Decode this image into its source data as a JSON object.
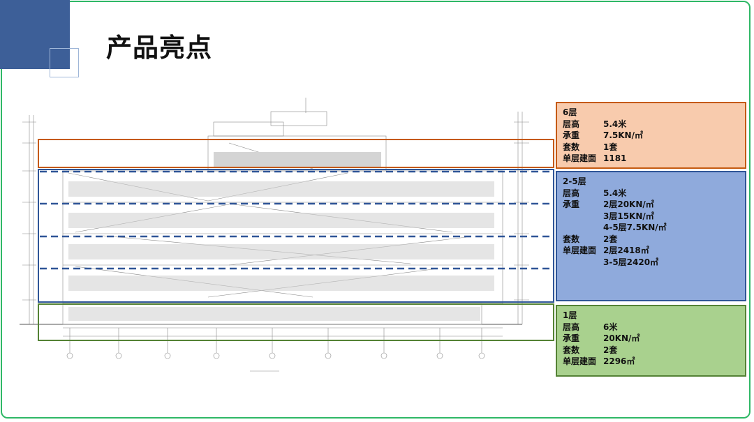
{
  "page": {
    "title": "产品亮点"
  },
  "colors": {
    "frame": "#2fb866",
    "corner": "#3d5f98",
    "floor6_fill": "#f8cbad",
    "floor6_border": "#c55a11",
    "floor25_fill": "#8faadc",
    "floor25_border": "#2f5597",
    "floor1_fill": "#a9d18e",
    "floor1_border": "#548235"
  },
  "floors": {
    "f6": {
      "title": "6层",
      "rows": [
        {
          "key": "层高",
          "values": [
            "5.4米"
          ]
        },
        {
          "key": "承重",
          "values": [
            "7.5KN/㎡"
          ]
        },
        {
          "key": "套数",
          "values": [
            "1套"
          ]
        },
        {
          "key": "单层建面",
          "values": [
            "1181"
          ]
        }
      ]
    },
    "f25": {
      "title": "2-5层",
      "rows": [
        {
          "key": "层高",
          "values": [
            "5.4米"
          ]
        },
        {
          "key": "承重",
          "values": [
            "2层20KN/㎡",
            "3层15KN/㎡",
            "4-5层7.5KN/㎡"
          ]
        },
        {
          "key": "套数",
          "values": [
            "2套"
          ]
        },
        {
          "key": "单层建面",
          "values": [
            "2层2418㎡",
            "3-5层2420㎡"
          ]
        }
      ]
    },
    "f1": {
      "title": "1层",
      "rows": [
        {
          "key": "层高",
          "values": [
            "6米"
          ]
        },
        {
          "key": "承重",
          "values": [
            "20KN/㎡"
          ]
        },
        {
          "key": "套数",
          "values": [
            "2套"
          ]
        },
        {
          "key": "单层建面",
          "values": [
            "2296㎡"
          ]
        }
      ]
    }
  }
}
